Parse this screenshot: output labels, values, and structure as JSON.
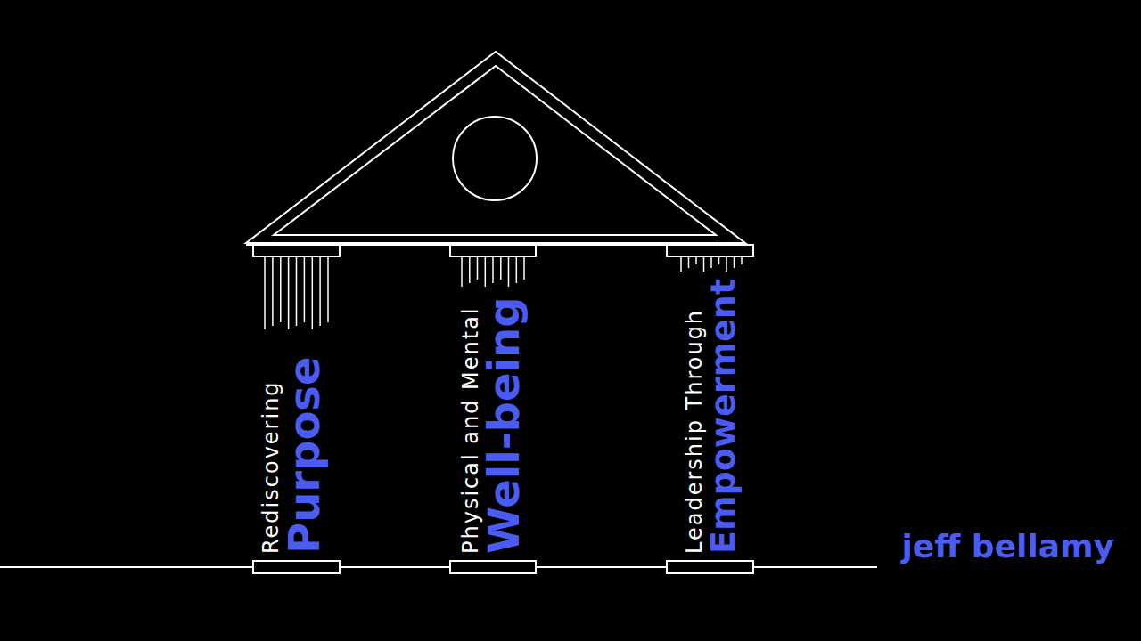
{
  "diagram": {
    "nodes": [
      {
        "text": [
          "Rediscovering",
          "Purpose"
        ]
      },
      {
        "text": [
          "Physical and Mental",
          "Well-being"
        ]
      },
      {
        "text": [
          "Leadership Through",
          "Empowerment"
        ]
      }
    ],
    "labels": [
      "jeff bellamy"
    ]
  }
}
